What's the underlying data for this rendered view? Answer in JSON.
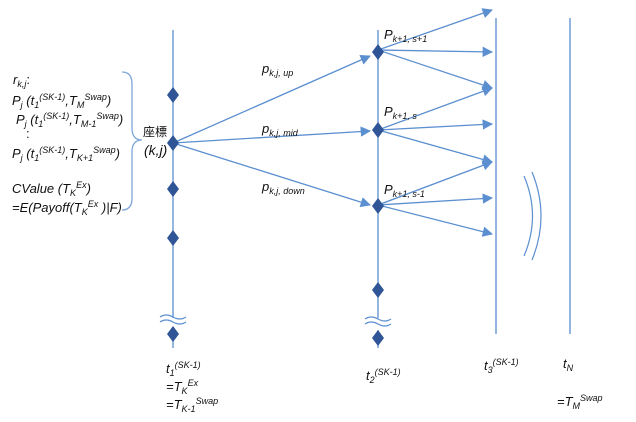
{
  "left_block": {
    "r": "r",
    "r_sub": "k,j",
    "r_colon": ":",
    "line1": {
      "p": "P",
      "p_sub": "j",
      "open": " (t",
      "t_sub": "1",
      "t_sup": "(SK-1)",
      "mid": ",T",
      "T_sub": "M",
      "T_sup": "Swap",
      "close": ")"
    },
    "line2": {
      "p": "P",
      "p_sub": "j",
      "open": " (t",
      "t_sub": "1",
      "t_sup": "(SK-1)",
      "mid": ",T",
      "T_sub": "M-1",
      "T_sup": "Swap",
      "close": ")"
    },
    "colon": ":",
    "line3": {
      "p": "P",
      "p_sub": "j",
      "open": " (t",
      "t_sub": "1",
      "t_sup": "(SK-1)",
      "mid": ",T",
      "T_sub": "K+1",
      "T_sup": "Swap",
      "close": ")"
    },
    "cvalue": {
      "pre": "CValue (T",
      "sub": "K",
      "sup": "Ex",
      "post": ")"
    },
    "expect": {
      "pre": "=E(Payoff(T",
      "sub": "K",
      "sup": "Ex",
      "post": " )|F)"
    }
  },
  "node_label": {
    "kanji": "座標",
    "coord": "(k,j)"
  },
  "branches": {
    "up": {
      "p": "p",
      "sub": "k,j, up"
    },
    "mid": {
      "p": "p",
      "sub": "k,j, mid"
    },
    "down": {
      "p": "p",
      "sub": "k,j, down"
    }
  },
  "targets": {
    "top": {
      "p": "P",
      "sub": "k+1, s+1"
    },
    "mid": {
      "p": "P",
      "sub": "k+1, s"
    },
    "bot": {
      "p": "P",
      "sub": "k+1, s-1"
    }
  },
  "time_axis": {
    "t1": {
      "t": "t",
      "sub": "1",
      "sup": "(SK-1)"
    },
    "t1_eq1": {
      "pre": "=T",
      "sub": "K",
      "sup": "Ex"
    },
    "t1_eq2": {
      "pre": "=T",
      "sub": "K-1",
      "sup": "Swap"
    },
    "t2": {
      "t": "t",
      "sub": "2",
      "sup": "(SK-1)"
    },
    "t3": {
      "t": "t",
      "sub": "3",
      "sup": "(SK-1)"
    },
    "tN": {
      "t": "t",
      "sub": "N"
    },
    "tN_eq": {
      "pre": "=T",
      "sub": "M",
      "sup": "Swap"
    }
  },
  "colors": {
    "line": "#5b8fd0",
    "node": "#2f5597",
    "brace": "#7fa6d8"
  }
}
